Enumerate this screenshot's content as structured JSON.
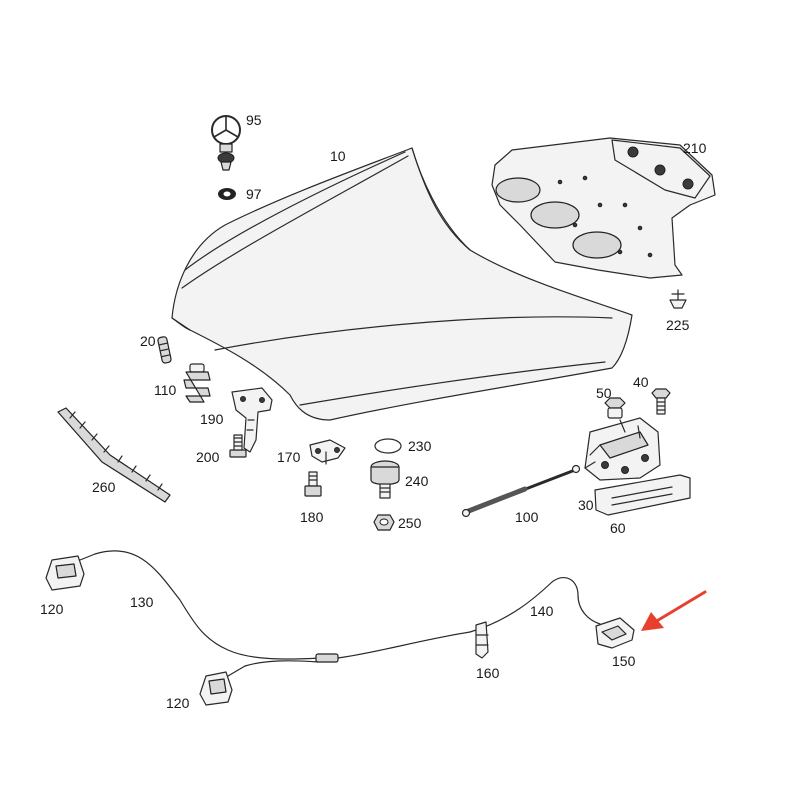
{
  "labels": {
    "p95": "95",
    "p97": "97",
    "p10": "10",
    "p210": "210",
    "p225": "225",
    "p20": "20",
    "p110": "110",
    "p190": "190",
    "p200": "200",
    "p170": "170",
    "p180": "180",
    "p230": "230",
    "p240": "240",
    "p250": "250",
    "p50": "50",
    "p40": "40",
    "p30": "30",
    "p60": "60",
    "p100": "100",
    "p260": "260",
    "p120a": "120",
    "p130": "130",
    "p120b": "120",
    "p140": "140",
    "p160": "160",
    "p150": "150"
  },
  "colors": {
    "arrow": "#e8402f"
  },
  "icons": {
    "pointer": "arrow-icon"
  }
}
